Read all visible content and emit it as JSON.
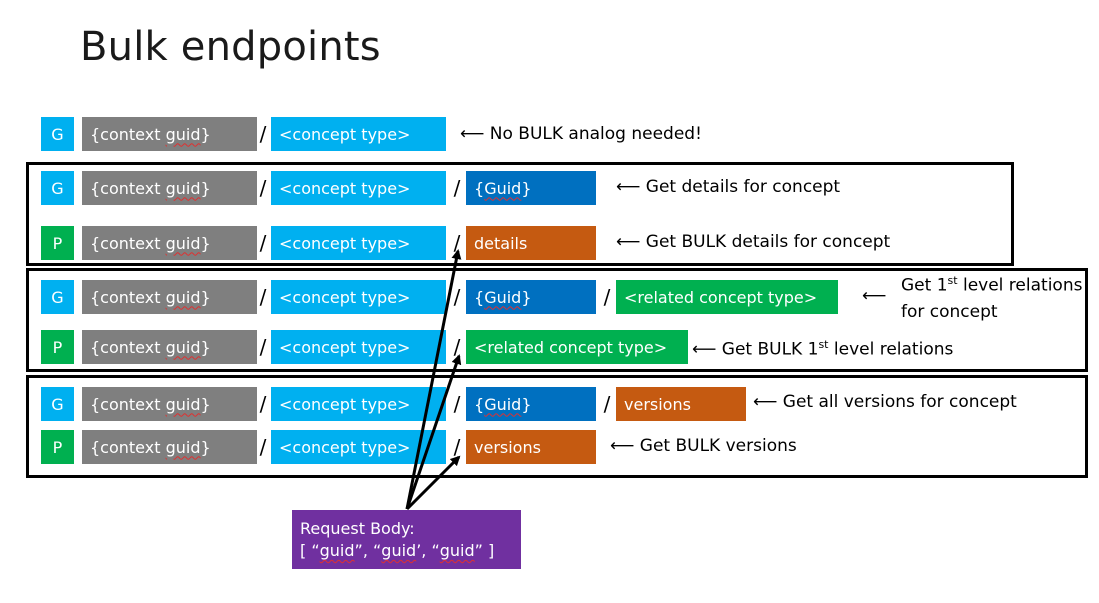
{
  "title": "Bulk endpoints",
  "labels": {
    "context": "{context guid}",
    "concept_type": "<concept type>",
    "guid": "{Guid}",
    "details": "details",
    "related": "<related concept type>",
    "versions": "versions",
    "slash": "/",
    "get": "G",
    "post": "P"
  },
  "notes": {
    "row1": "No BULK analog needed!",
    "row2": "Get details for concept",
    "row3": "Get BULK details for concept",
    "row4_line1_pre": "Get 1",
    "row4_sup": "st",
    "row4_line1_post": " level relations",
    "row4_line2": "for concept",
    "row5_pre": "Get BULK 1",
    "row5_sup": "st",
    "row5_post": " level relations",
    "row6": "Get all versions for concept",
    "row7": "Get BULK versions"
  },
  "request_body": {
    "line1": "Request Body:",
    "line2_open": "[ “",
    "guid1": "guid",
    "sep1": "”, “",
    "guid2": "guid",
    "sep2": "’, “",
    "guid3": "guid",
    "line2_close": "” ]"
  },
  "colors": {
    "get_method": "#00b0f0",
    "post_method": "#00b050",
    "context_guid": "#7f7f7f",
    "concept_type": "#00b0f0",
    "guid": "#0070c0",
    "details_versions": "#c55a11",
    "related_concept_type": "#00b050",
    "request_body": "#7030a0"
  }
}
